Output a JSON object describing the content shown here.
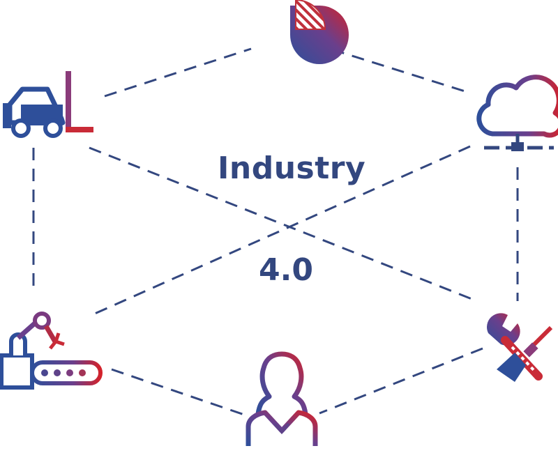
{
  "title": {
    "line1": "Industry",
    "line2": "4.0"
  },
  "colors": {
    "navy": "#2e4f9a",
    "red": "#d3222b",
    "connector": "#33477f"
  },
  "nodes": [
    {
      "name": "analytics-pie-chart",
      "icon": "pie-chart-icon"
    },
    {
      "name": "cloud-network",
      "icon": "cloud-network-icon"
    },
    {
      "name": "maintenance-tools",
      "icon": "wrench-screwdriver-icon"
    },
    {
      "name": "human-operator",
      "icon": "person-icon"
    },
    {
      "name": "robotic-assembly-line",
      "icon": "robot-arm-conveyor-icon"
    },
    {
      "name": "logistics-forklift",
      "icon": "forklift-icon"
    }
  ]
}
